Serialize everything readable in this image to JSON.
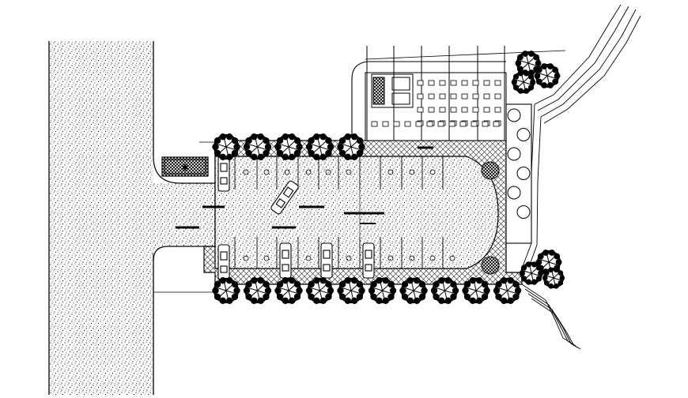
{
  "drawing": {
    "stroke_color": "#000000",
    "background_color": "#ffffff",
    "hatch_color": "#333333",
    "elements": {
      "main_road": "speckled-road",
      "parking_lot": "speckled-paving",
      "plaza": "crosshatch-paving",
      "seating_area": "table-grid",
      "trees": "tree-canopy-icon",
      "cars": "car-icon",
      "riverbank": "contour-lines"
    },
    "parking_row_top_trees": 5,
    "parking_row_bottom_trees": 10,
    "lawn_circles": 6
  }
}
